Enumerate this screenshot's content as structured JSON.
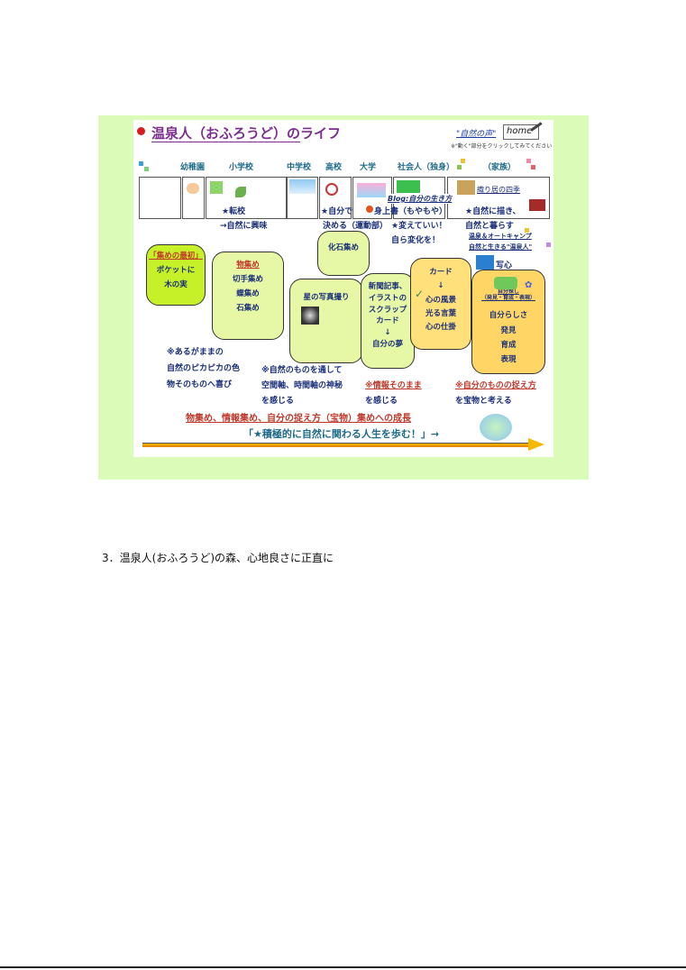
{
  "slide": {
    "title": "温泉人（おふろうど）のライフ",
    "header_link": "\"自然の声\"",
    "home_label": "home",
    "note": "※\"動く\"部分をクリックしてみてください",
    "stages": [
      "幼稚園",
      "小学校",
      "中学校",
      "高校",
      "大学",
      "社会人（独身）",
      "（家族）"
    ],
    "row_texts": {
      "transfer": "★転校",
      "interest": "→自然に興味",
      "self": "★自分で",
      "blog": "Blog:自分の生き方",
      "mimi": "身上書（もやもや）",
      "season": "織り居の四季",
      "draw": "★自然に描き、",
      "decide": "決める（運動部）",
      "change": "★変えていい！",
      "change2": "自ら変化を！",
      "live": "自然と暮らす",
      "camp": "温泉＆オートキャンプ",
      "natural": "自然と生きる\"温泉人\"",
      "photo": "写心"
    },
    "bubbles": {
      "kinder": [
        "「集めの最初」",
        "ポケットに",
        "木の実"
      ],
      "elem": [
        "物集め",
        "切手集め",
        "蝶集め",
        "石集め"
      ],
      "middle": [
        "星の写真撮り"
      ],
      "fossil": [
        "化石集め"
      ],
      "high": [
        "新聞記事、",
        "イラストの",
        "スクラップ",
        "カード",
        "↓",
        "自分の夢"
      ],
      "univ": [
        "カード",
        "↓",
        "心の風景",
        "光る言葉",
        "心の仕掛"
      ],
      "family_small": [
        "自分探し",
        "（発見・育成・表現）"
      ],
      "family": [
        "自分らしさ",
        "発見",
        "育成",
        "表現"
      ]
    },
    "notes": {
      "a1": "※あるがままの",
      "a2": "自然のピカピカの色",
      "a3": "物そのものへ喜び",
      "b1": "※自然のものを通して",
      "b2": "空間軸、時間軸の神秘",
      "b3": "を感じる",
      "c1": "※情報そのまま",
      "c2": "を感じる",
      "d1": "※自分のものの捉え方",
      "d2": "を宝物と考える"
    },
    "growth": "物集め、情報集め、自分の捉え方（宝物）集めへの成長",
    "motto": "「★積極的に自然に関わる人生を歩む！」→"
  },
  "caption": "3．温泉人(おふろうど)の森、心地良さに正直に",
  "colors": {
    "frame": "#dafcb8",
    "bubble_yellow": "#ffe07a",
    "bubble_green": "#e6f7a6",
    "bubble_lime": "#c6f028",
    "bubble_gold": "#ffd666"
  }
}
